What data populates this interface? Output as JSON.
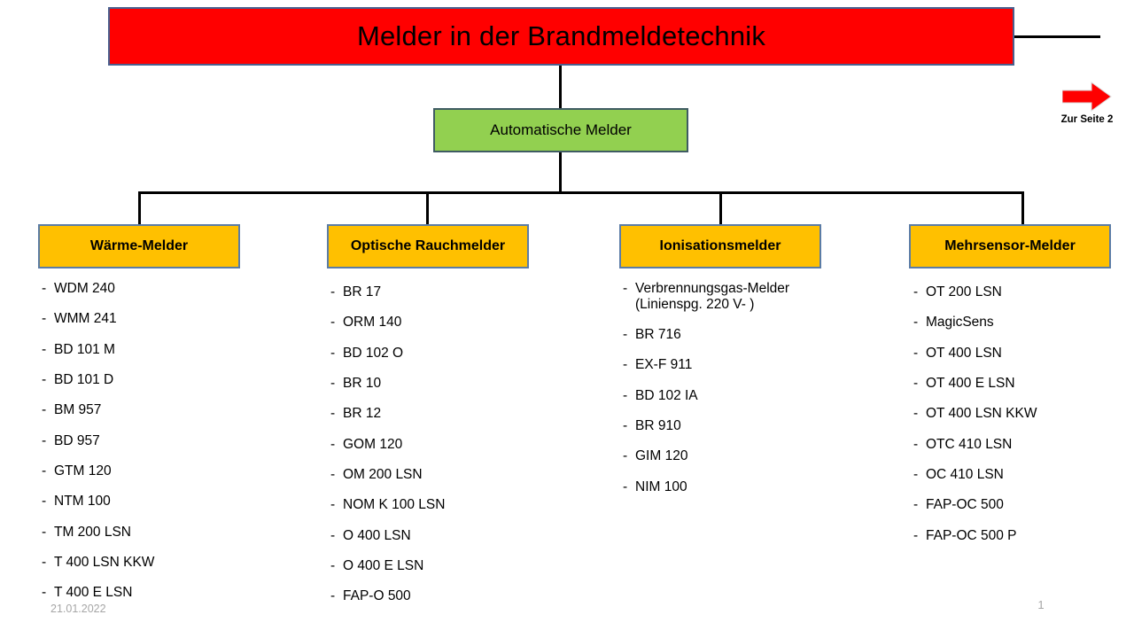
{
  "slide": {
    "title": "Melder in der Brandmeldetechnik",
    "subnode": "Automatische  Melder",
    "page2_label": "Zur Seite 2",
    "arrow_icon": "red-right-arrow-icon",
    "footer_date": "21.01.2022",
    "footer_page": "1"
  },
  "colors": {
    "title_fill": "#ff0000",
    "subnode_fill": "#92d050",
    "category_fill": "#ffc000",
    "box_border": "#5b7ca6",
    "connector": "#000000",
    "arrow": "#ff0000",
    "footer_text": "#a6a6a6"
  },
  "categories": [
    {
      "header": "Wärme-Melder",
      "items": [
        "WDM 240",
        "WMM 241",
        "BD 101 M",
        "BD 101 D",
        "BM 957",
        "BD 957",
        "GTM 120",
        "NTM 100",
        "TM 200 LSN",
        "T 400 LSN KKW",
        "T 400 E LSN"
      ]
    },
    {
      "header": "Optische Rauchmelder",
      "items": [
        "BR 17",
        "ORM 140",
        "BD 102 O",
        "BR 10",
        "BR 12",
        "GOM 120",
        "OM 200 LSN",
        "NOM K 100 LSN",
        "O 400 LSN",
        "O 400 E LSN",
        "FAP-O 500"
      ]
    },
    {
      "header": "Ionisationsmelder",
      "items": [
        "Verbrennungsgas-Melder\n(Linienspg. 220 V- )",
        "BR 716",
        "EX-F 911",
        "BD 102 IA",
        "BR 910",
        "GIM 120",
        "NIM 100"
      ]
    },
    {
      "header": "Mehrsensor-Melder",
      "items": [
        "OT 200 LSN",
        "MagicSens",
        "OT 400 LSN",
        "OT 400 E LSN",
        "OT 400 LSN KKW",
        "OTC 410 LSN",
        "OC 410 LSN",
        "FAP-OC 500",
        "FAP-OC 500 P"
      ]
    }
  ]
}
